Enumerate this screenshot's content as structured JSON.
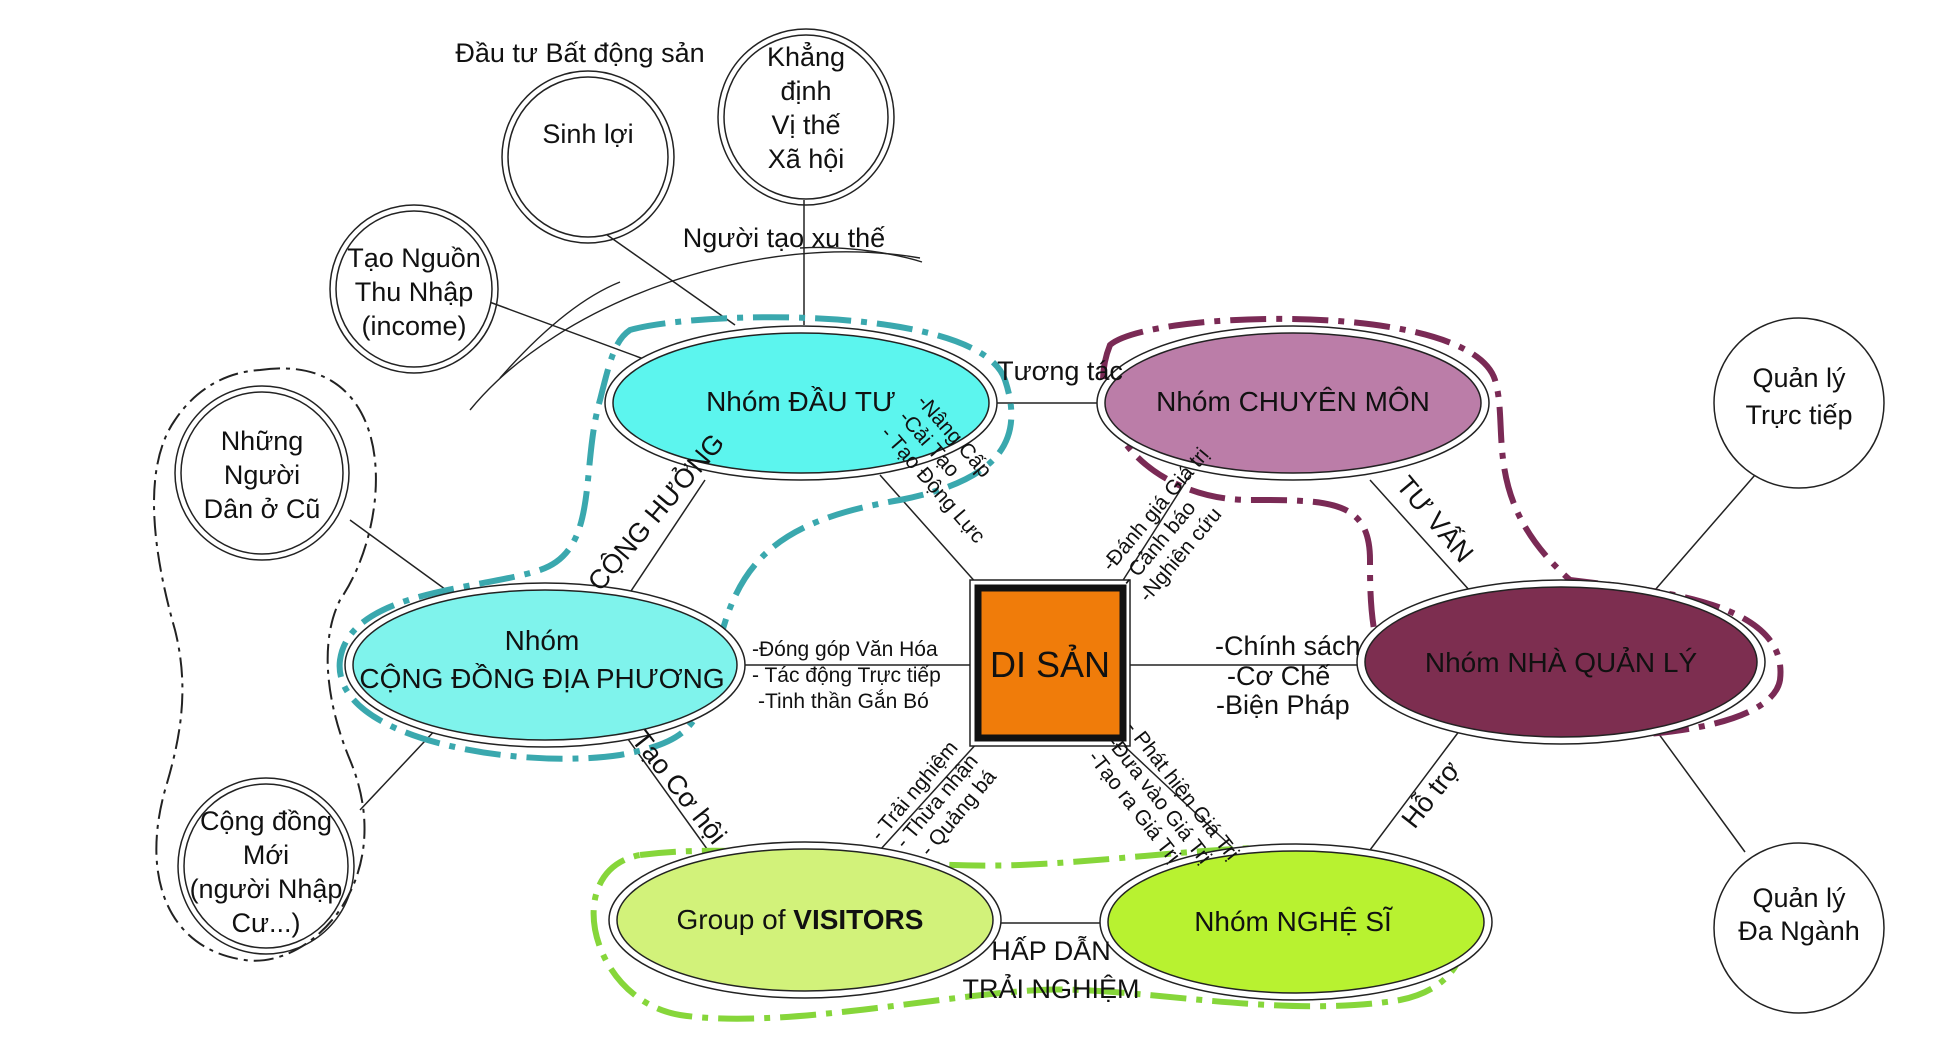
{
  "top_labels": {
    "investment": "Đầu tư Bất động sản",
    "trendsetter": "Người tạo xu thế",
    "interaction": "Tương tác"
  },
  "satellites": {
    "sinh_loi": "Sinh lợi",
    "khang_dinh": [
      "Khẳng",
      "định",
      "Vị thế",
      "Xã hội"
    ],
    "tao_nguon": [
      "Tạo Nguồn",
      "Thu Nhập",
      "(income)"
    ],
    "nhung_nguoi": [
      "Những",
      "Người",
      "Dân ở Cũ"
    ],
    "cong_dong_moi": [
      "Cộng đồng",
      "Mới",
      "(người Nhập",
      "Cư...)"
    ],
    "ql_truc_tiep": [
      "Quản lý",
      "Trực tiếp"
    ],
    "ql_da_nganh": [
      "Quản lý",
      "Đa Ngành"
    ]
  },
  "groups": {
    "dau_tu": "Nhóm ĐẦU TƯ",
    "chuyen_mon": "Nhóm CHUYÊN MÔN",
    "cong_dong": [
      "Nhóm",
      "CỘNG ĐỒNG ĐỊA PHƯƠNG"
    ],
    "nha_quan_ly": "Nhóm NHÀ QUẢN LÝ",
    "visitors_prefix": "Group of ",
    "visitors_bold": "VISITORS",
    "nghe_si": "Nhóm NGHỆ SĨ"
  },
  "center": "DI SẢN",
  "relations": {
    "cong_huong": "CỘNG HƯỞNG",
    "tu_van": "TƯ VẤN",
    "tao_co_hoi": "Tạo Cơ hội",
    "ho_tro": "Hỗ trợ",
    "hap_dan": [
      "HẤP DẪN",
      "TRẢI NGHIỆM"
    ]
  },
  "spokes": {
    "dau_tu": [
      "-Nâng Cấp",
      "-Cải Tạo",
      "- Tạo Động Lực"
    ],
    "chuyen_mon": [
      "-Đánh giá Giá trị",
      "- Cảnh báo",
      "-Nghiên cứu"
    ],
    "cong_dong": [
      "-Đóng góp Văn Hóa",
      "- Tác động Trực tiếp",
      "-Tinh thần Gắn Bó"
    ],
    "nha_quan_ly": [
      "-Chính sách",
      "-Cơ Chế",
      "-Biện Pháp"
    ],
    "visitors": [
      "- Trải nghiệm",
      "- Thừa nhận",
      "- Quảng bá"
    ],
    "nghe_si": [
      "- Phát hiện Giá Trị",
      "-Đưa vào Giá Trị",
      "-Tạo ra Giá Trị"
    ]
  },
  "colors": {
    "investment": "#5cf5ee",
    "investment_outline": "#3aa8ae",
    "community": "#7ff3ec",
    "expert": "#bb7da8",
    "expert_outline": "#7a2a55",
    "manager": "#7d2e50",
    "visitors": "#d2f27a",
    "visitors_outline": "#86d63a",
    "artist": "#b8f230",
    "center": "#f07c0a"
  }
}
